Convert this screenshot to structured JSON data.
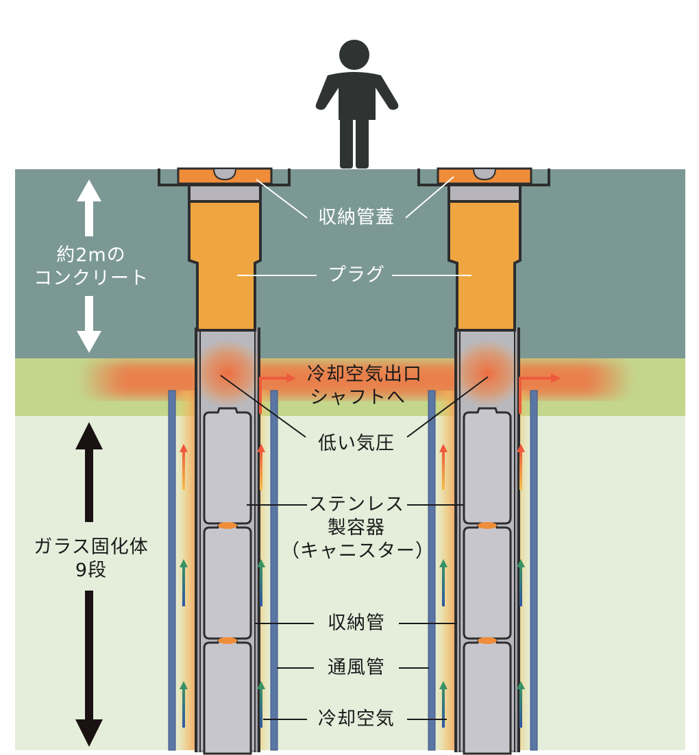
{
  "labels": {
    "lid": "収納管蓋",
    "plug": "プラグ",
    "concrete": [
      "約2mの",
      "コンクリート"
    ],
    "outlet": [
      "冷却空気出口",
      "シャフトへ"
    ],
    "low_pressure": "低い気圧",
    "canister": [
      "ステンレス",
      "製容器",
      "（キャニスター）"
    ],
    "glass": [
      "ガラス固化体",
      "9段"
    ],
    "storage_tube": "収納管",
    "ventilation_tube": "通風管",
    "cooling_air": "冷却空気"
  },
  "colors": {
    "concrete": "#7b9894",
    "outlet_band": "#c3d68c",
    "ground": "#e4eedb",
    "plug": "#f0a640",
    "lid": "#ef8d3a",
    "canister": "#c8c6cd",
    "tube_outline": "#2d2d2d",
    "vent_tube": "#5a76a5",
    "hot_glow": "#f06a3a",
    "arrow_hot": "#ee5a3c",
    "arrow_cool": "#3a8a6c",
    "person": "#2f3433"
  },
  "icons": {
    "person": "person-icon"
  }
}
